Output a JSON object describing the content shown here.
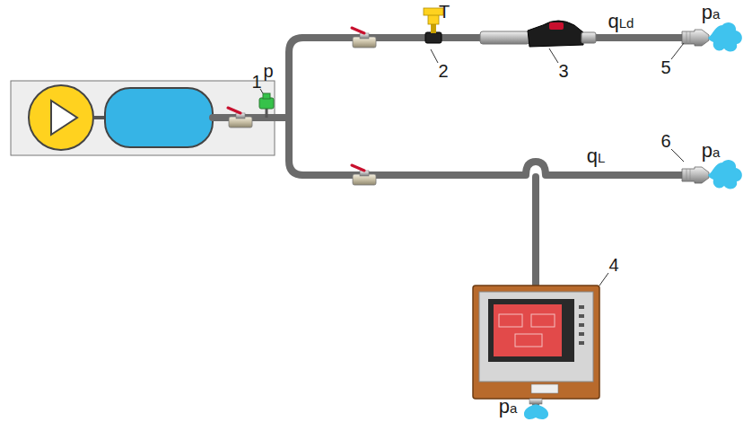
{
  "diagram": {
    "labels": [
      "p",
      "1",
      "T",
      "2",
      "3",
      "qLd",
      "5",
      "pa",
      "pa",
      "qL",
      "6",
      "4",
      "pa"
    ]
  }
}
